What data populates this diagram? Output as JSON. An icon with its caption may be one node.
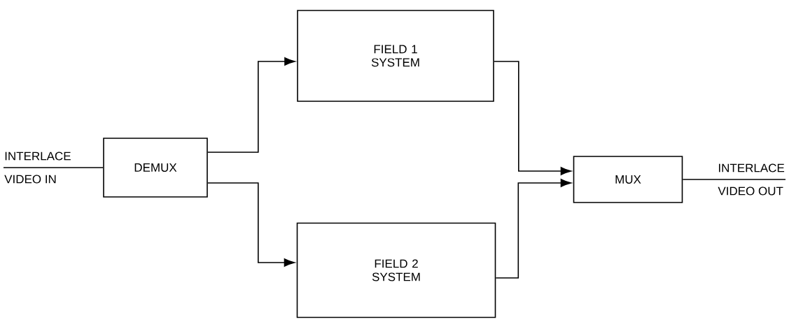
{
  "diagram": {
    "nodes": [
      {
        "text": [
          "INTERLACE",
          "VIDEO IN"
        ]
      },
      {
        "text": [
          "DEMUX"
        ]
      },
      {
        "text": [
          "FIELD 1 SYSTEM"
        ]
      },
      {
        "text": [
          "FIELD 2 SYSTEM"
        ]
      },
      {
        "text": [
          "MUX"
        ]
      },
      {
        "text": [
          "INTERLACE",
          "VIDEO OUT"
        ]
      }
    ],
    "edges": [
      {
        "from": 0,
        "to": 1,
        "arrow": "none"
      },
      {
        "from": 1,
        "to": 2,
        "arrow": "to"
      },
      {
        "from": 1,
        "to": 3,
        "arrow": "to"
      },
      {
        "from": 2,
        "to": 4,
        "arrow": "to"
      },
      {
        "from": 3,
        "to": 4,
        "arrow": "to"
      },
      {
        "from": 4,
        "to": 5,
        "arrow": "none"
      }
    ]
  }
}
